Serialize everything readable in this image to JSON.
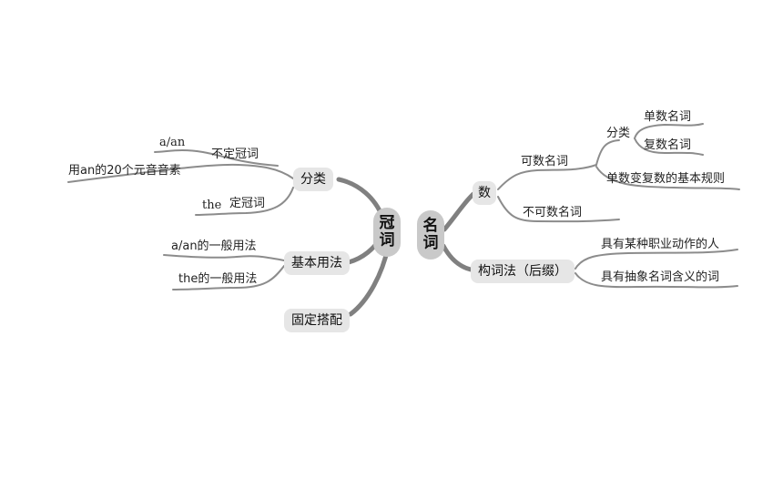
{
  "left_root": {
    "label": "冠\n词"
  },
  "left_branches": {
    "classification": {
      "label": "分类",
      "indefinite": {
        "label": "不定冠词",
        "form": "a/an",
        "note": "用an的20个元音音素"
      },
      "definite": {
        "label": "定冠词",
        "form": "the"
      }
    },
    "basic_usage": {
      "label": "基本用法",
      "items": [
        "a/an的一般用法",
        "the的一般用法"
      ]
    },
    "fixed_collocations": {
      "label": "固定搭配"
    }
  },
  "right_root": {
    "label": "名\n词"
  },
  "right_branches": {
    "number": {
      "label": "数",
      "countable": {
        "label": "可数名词",
        "classification": {
          "label": "分类",
          "items": [
            "单数名词",
            "复数名词"
          ]
        },
        "rule": "单数变复数的基本规则"
      },
      "uncountable": {
        "label": "不可数名词"
      }
    },
    "word_formation": {
      "label": "构词法（后缀）",
      "items": [
        "具有某种职业动作的人",
        "具有抽象名词含义的词"
      ]
    }
  },
  "colors": {
    "root_fill": "#c9c9c9",
    "node_fill": "#e6e6e6",
    "main_branch": "#808080",
    "sub_branch": "#8c8c8c"
  }
}
